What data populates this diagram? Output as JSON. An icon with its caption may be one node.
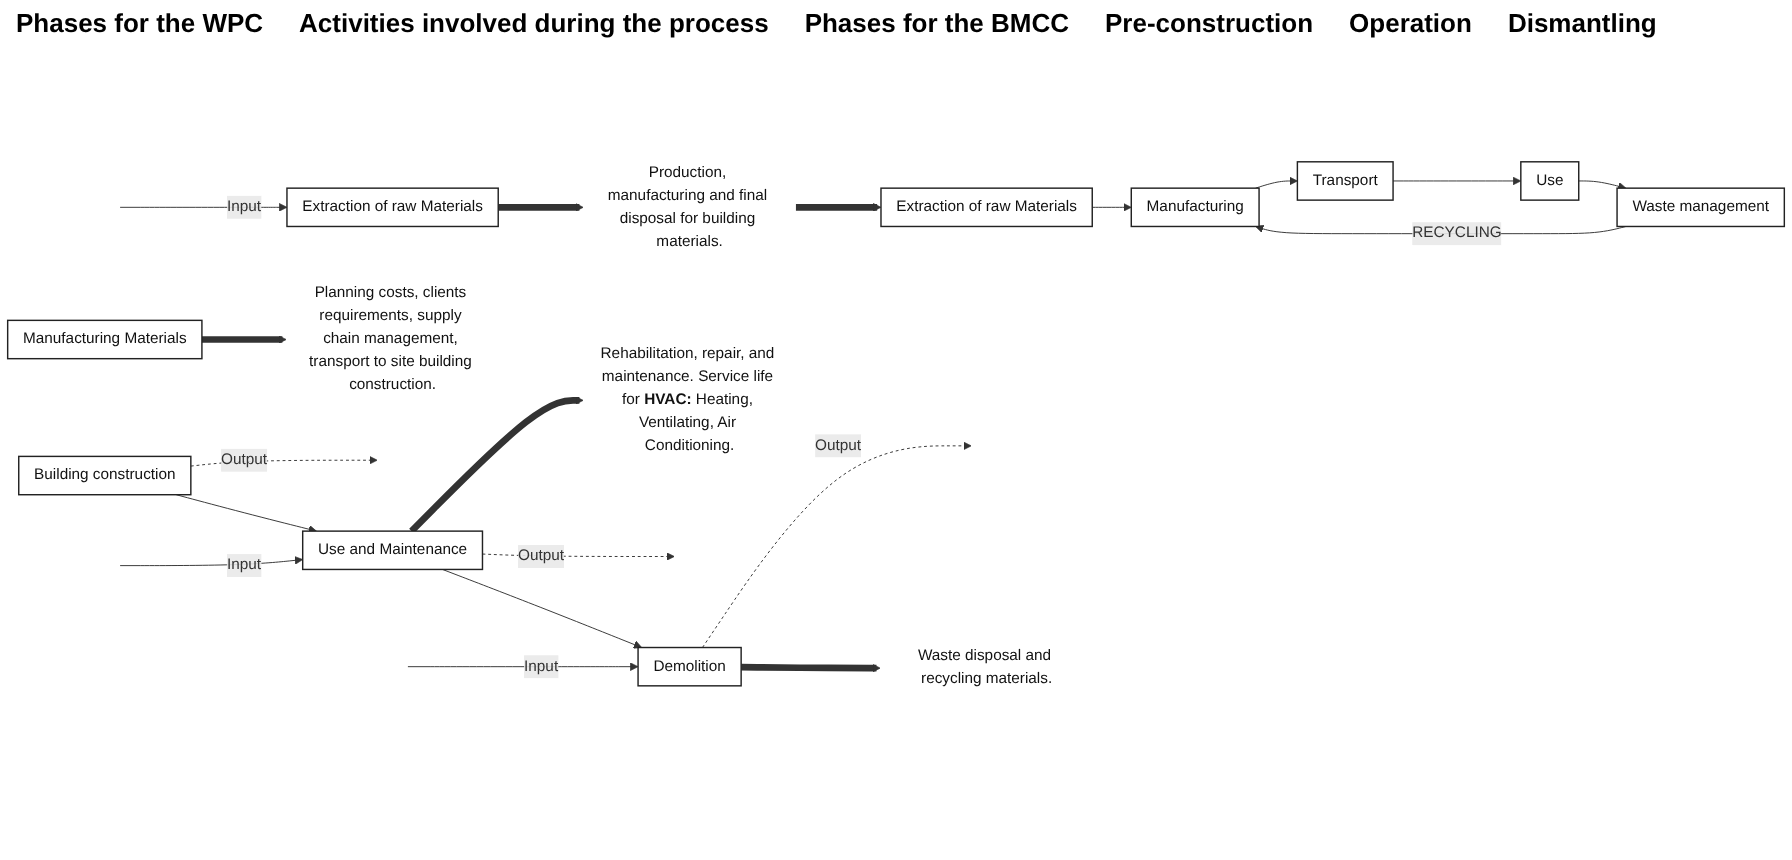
{
  "diagram": {
    "nodes": [
      {
        "text": [
          "Extraction of raw Materials"
        ]
      },
      {
        "text": [
          "Manufacturing Materials"
        ]
      },
      {
        "text": [
          "Building construction"
        ]
      },
      {
        "text": [
          "Use and Maintenance"
        ]
      },
      {
        "text": [
          "Demolition"
        ]
      },
      {
        "text": [
          "Production, manufacturing and final disposal for building materials."
        ]
      },
      {
        "text": [
          "Planning costs, clients requirements, supply chain management, transport to site building construction."
        ]
      },
      {
        "text": [
          "Rehabilitation, repair, and maintenance. Service life for **HVAC:** Heating, Ventilating, Air Conditioning."
        ]
      },
      {
        "text": [
          "Waste disposal and recycling materials."
        ]
      },
      {
        "text": [
          "Extraction of raw Materials"
        ]
      },
      {
        "text": [
          "Manufacturing"
        ]
      },
      {
        "text": [
          "Transport"
        ]
      },
      {
        "text": [
          "Use"
        ]
      },
      {
        "text": [
          "Waste management"
        ]
      }
    ],
    "edges": [
      {
        "from": null,
        "to": 0,
        "arrow": "to",
        "label": "Input"
      },
      {
        "from": 0,
        "to": 5,
        "arrow": "to",
        "style": "thick"
      },
      {
        "from": 5,
        "to": 9,
        "arrow": "to",
        "style": "thick"
      },
      {
        "from": 1,
        "to": 6,
        "arrow": "to",
        "style": "thick"
      },
      {
        "from": 2,
        "to": null,
        "arrow": "to",
        "label": "Output",
        "style": "dashed"
      },
      {
        "from": 2,
        "to": 3,
        "arrow": "to"
      },
      {
        "from": null,
        "to": 3,
        "arrow": "to",
        "label": "Input"
      },
      {
        "from": 3,
        "to": 7,
        "arrow": "to",
        "style": "thick"
      },
      {
        "from": 3,
        "to": null,
        "arrow": "to",
        "label": "Output",
        "style": "dashed"
      },
      {
        "from": 3,
        "to": 4,
        "arrow": "to"
      },
      {
        "from": null,
        "to": 4,
        "arrow": "to",
        "label": "Input"
      },
      {
        "from": 4,
        "to": null,
        "arrow": "to",
        "label": "Output",
        "style": "dashed"
      },
      {
        "from": 4,
        "to": 8,
        "arrow": "to",
        "style": "thick"
      },
      {
        "from": 9,
        "to": 10,
        "arrow": "to"
      },
      {
        "from": 10,
        "to": 11,
        "arrow": "to"
      },
      {
        "from": 11,
        "to": 12,
        "arrow": "to"
      },
      {
        "from": 12,
        "to": 13,
        "arrow": "to"
      },
      {
        "from": 13,
        "to": 10,
        "arrow": "to",
        "label": "RECYCLING"
      }
    ],
    "labels": [
      "Phases for the WPC",
      "Activities involved during the process",
      "Phases for the BMCC",
      "Pre-construction",
      "Operation",
      "Dismantling"
    ]
  }
}
